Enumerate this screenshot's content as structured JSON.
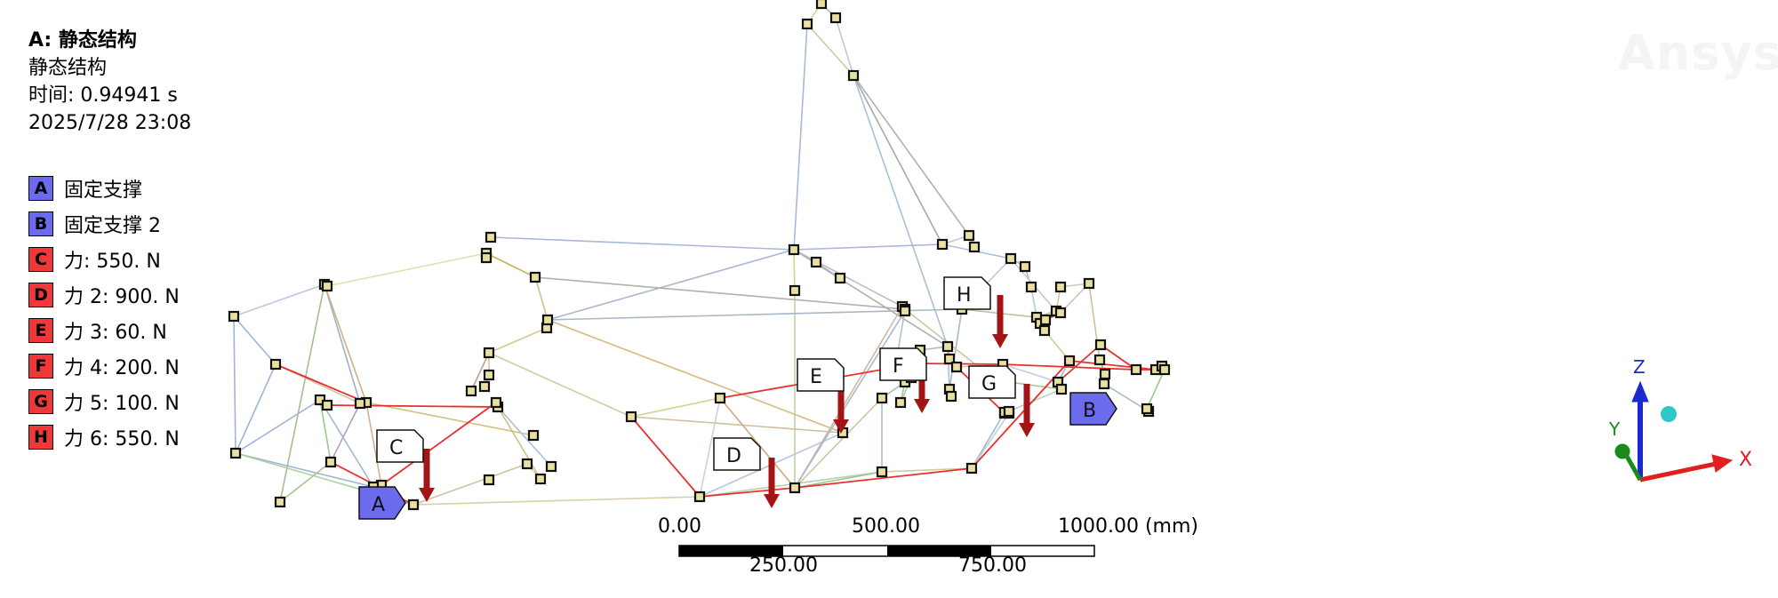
{
  "header": {
    "title": "A: 静态结构",
    "subtitle": "静态结构",
    "time": "时间: 0.94941 s",
    "date": "2025/7/28 23:08"
  },
  "legend": [
    {
      "letter": "A",
      "label": "固定支撑",
      "color": "#6b6bf0"
    },
    {
      "letter": "B",
      "label": "固定支撑 2",
      "color": "#6b6bf0"
    },
    {
      "letter": "C",
      "label": "力: 550. N",
      "color": "#f03838"
    },
    {
      "letter": "D",
      "label": "力 2: 900. N",
      "color": "#f03838"
    },
    {
      "letter": "E",
      "label": "力 3: 60. N",
      "color": "#f03838"
    },
    {
      "letter": "F",
      "label": "力 4: 200. N",
      "color": "#f03838"
    },
    {
      "letter": "G",
      "label": "力 5: 100. N",
      "color": "#f03838"
    },
    {
      "letter": "H",
      "label": "力 6: 550. N",
      "color": "#f03838"
    }
  ],
  "watermark": "Ansys",
  "scale_bar": {
    "label_0": "0.00",
    "label_500": "500.00",
    "label_1000": "1000.00 (mm)",
    "label_250": "250.00",
    "label_750": "750.00"
  },
  "triad": {
    "x_label": "X",
    "y_label": "Y",
    "z_label": "Z",
    "x_color": "#e02020",
    "y_color": "#1a8a1a",
    "z_color": "#1a2ad0",
    "ball_color": "#2fc8c8"
  },
  "colors": {
    "support": "#6b6bf0",
    "force_arrow": "#a31515",
    "load_member": "#e83030"
  }
}
